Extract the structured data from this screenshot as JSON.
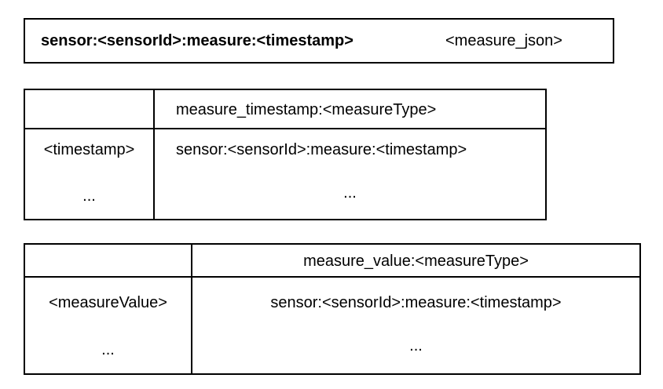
{
  "top_entry": {
    "key": "sensor:<sensorId>:measure:<timestamp>",
    "value": "<measure_json>"
  },
  "timestamp_table": {
    "header_key": "measure_timestamp:<measureType>",
    "rows": [
      {
        "score": "<timestamp>",
        "member": "sensor:<sensorId>:measure:<timestamp>"
      },
      {
        "score": "...",
        "member": "..."
      }
    ]
  },
  "value_table": {
    "header_key": "measure_value:<measureType>",
    "rows": [
      {
        "score": "<measureValue>",
        "member": "sensor:<sensorId>:measure:<timestamp>"
      },
      {
        "score": "...",
        "member": "..."
      }
    ]
  }
}
